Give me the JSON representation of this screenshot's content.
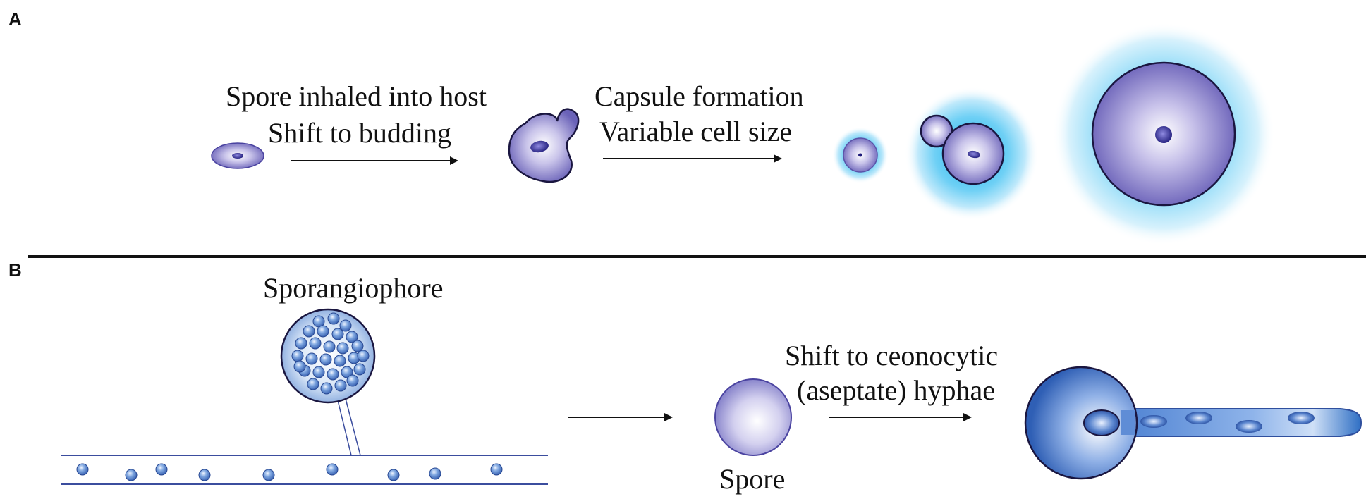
{
  "panels": {
    "a": {
      "letter": "A",
      "step1_line1": "Spore inhaled into host",
      "step1_line2": "Shift to budding",
      "step2_line1": "Capsule formation",
      "step2_line2": "Variable  cell size"
    },
    "b": {
      "letter": "B",
      "sporangiophore_label": "Sporangiophore",
      "spore_label": "Spore",
      "step_line1": "Shift to ceonocytic",
      "step_line2": "(aseptate) hyphae"
    }
  },
  "colors": {
    "ink": "#111111",
    "cell_purple": "#6a62b8",
    "capsule_cyan": "#3fc4f2",
    "spore_blue": "#5d8fd6",
    "hypha_blue": "#2f6fc4"
  }
}
